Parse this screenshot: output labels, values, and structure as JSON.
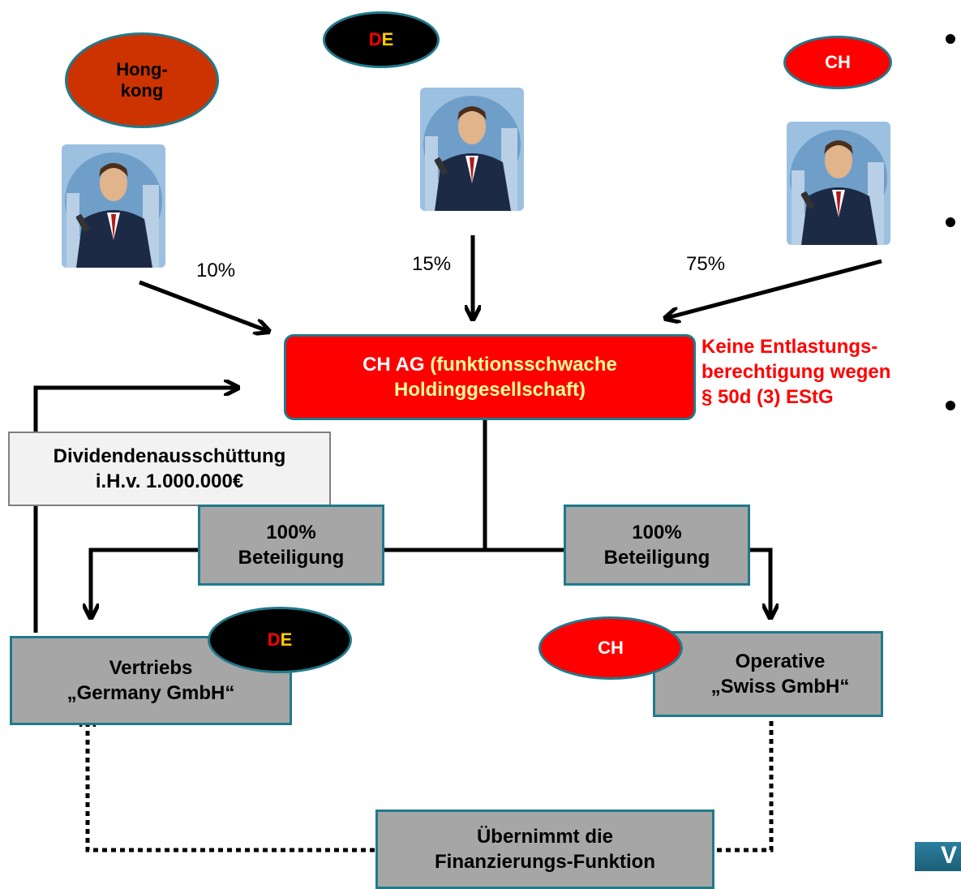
{
  "countries": {
    "hongkong": "Hong-\nkong",
    "de_d": "D",
    "de_e": "E",
    "ch": "CH"
  },
  "shares": {
    "hongkong": "10%",
    "de": "15%",
    "ch": "75%"
  },
  "holding": {
    "prefix": "CH AG",
    "rest": " (funktionsschwache Holdinggesellschaft)"
  },
  "note": "Keine Entlastungs-\nberechtigung wegen\n§ 50d (3) EStG",
  "dividend": "Dividendenausschüttung\ni.H.v. 1.000.000€",
  "participation_left": "100%\nBeteiligung",
  "participation_right": "100%\nBeteiligung",
  "germany_gmbh": "Vertriebs\n„Germany GmbH“",
  "swiss_gmbh": "Operative\n„Swiss GmbH“",
  "financing": "Übernimmt die\nFinanzierungs-Funktion",
  "corner_badge": "V",
  "colors": {
    "hongkong_oval": "#cc3300",
    "ch_red": "#ff0000",
    "de_black": "#000000",
    "teal_border": "#1f7a8c",
    "grey_box": "#a6a6a6"
  }
}
